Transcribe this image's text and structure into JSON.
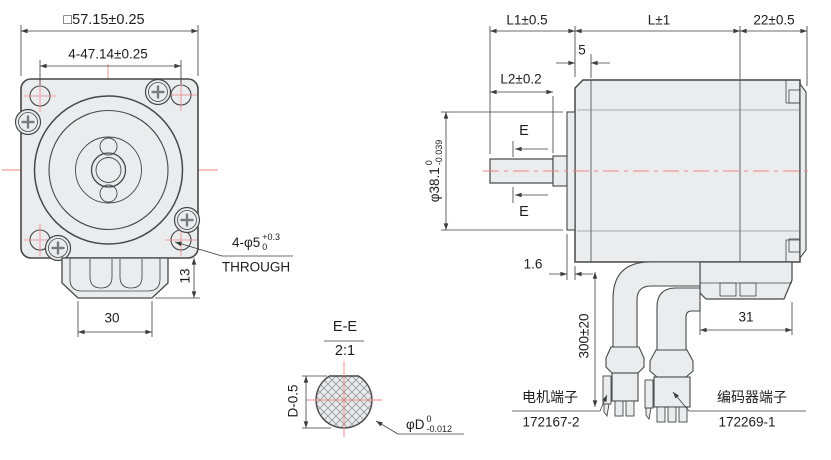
{
  "drawing": {
    "front": {
      "dim_width": "□57.15±0.25",
      "dim_bolt_spacing": "4-47.14±0.25",
      "holes_label": "4-φ5",
      "holes_tol_upper": "+0.3",
      "holes_tol_lower": "0",
      "holes_note": "THROUGH",
      "dim_connector_width": "30",
      "dim_connector_height": "13"
    },
    "section": {
      "title": "E-E",
      "scale": "2:1",
      "dim_flat": "D-0.5",
      "dia_label": "φD",
      "dia_tol_upper": "0",
      "dia_tol_lower": "-0.012"
    },
    "side": {
      "dim_l1": "L1±0.5",
      "dim_l": "L±1",
      "dim_rear": "22±0.5",
      "dim_front_step": "5",
      "dim_l2": "L2±0.2",
      "dia_pilot": "φ38.1",
      "pilot_tol_upper": "0",
      "pilot_tol_lower": "-0.039",
      "section_mark": "E",
      "dim_pilot_depth": "1.6",
      "dim_cable_length": "300±20",
      "dim_connector": "31",
      "motor_terminal_label": "电机端子",
      "motor_terminal_part": "172167-2",
      "encoder_terminal_label": "编码器端子",
      "encoder_terminal_part": "172269-1"
    },
    "colors": {
      "centerline": "#ee8585",
      "outline": "#474747",
      "fill": "#ebecee",
      "dimension": "#3c3c3c"
    }
  }
}
